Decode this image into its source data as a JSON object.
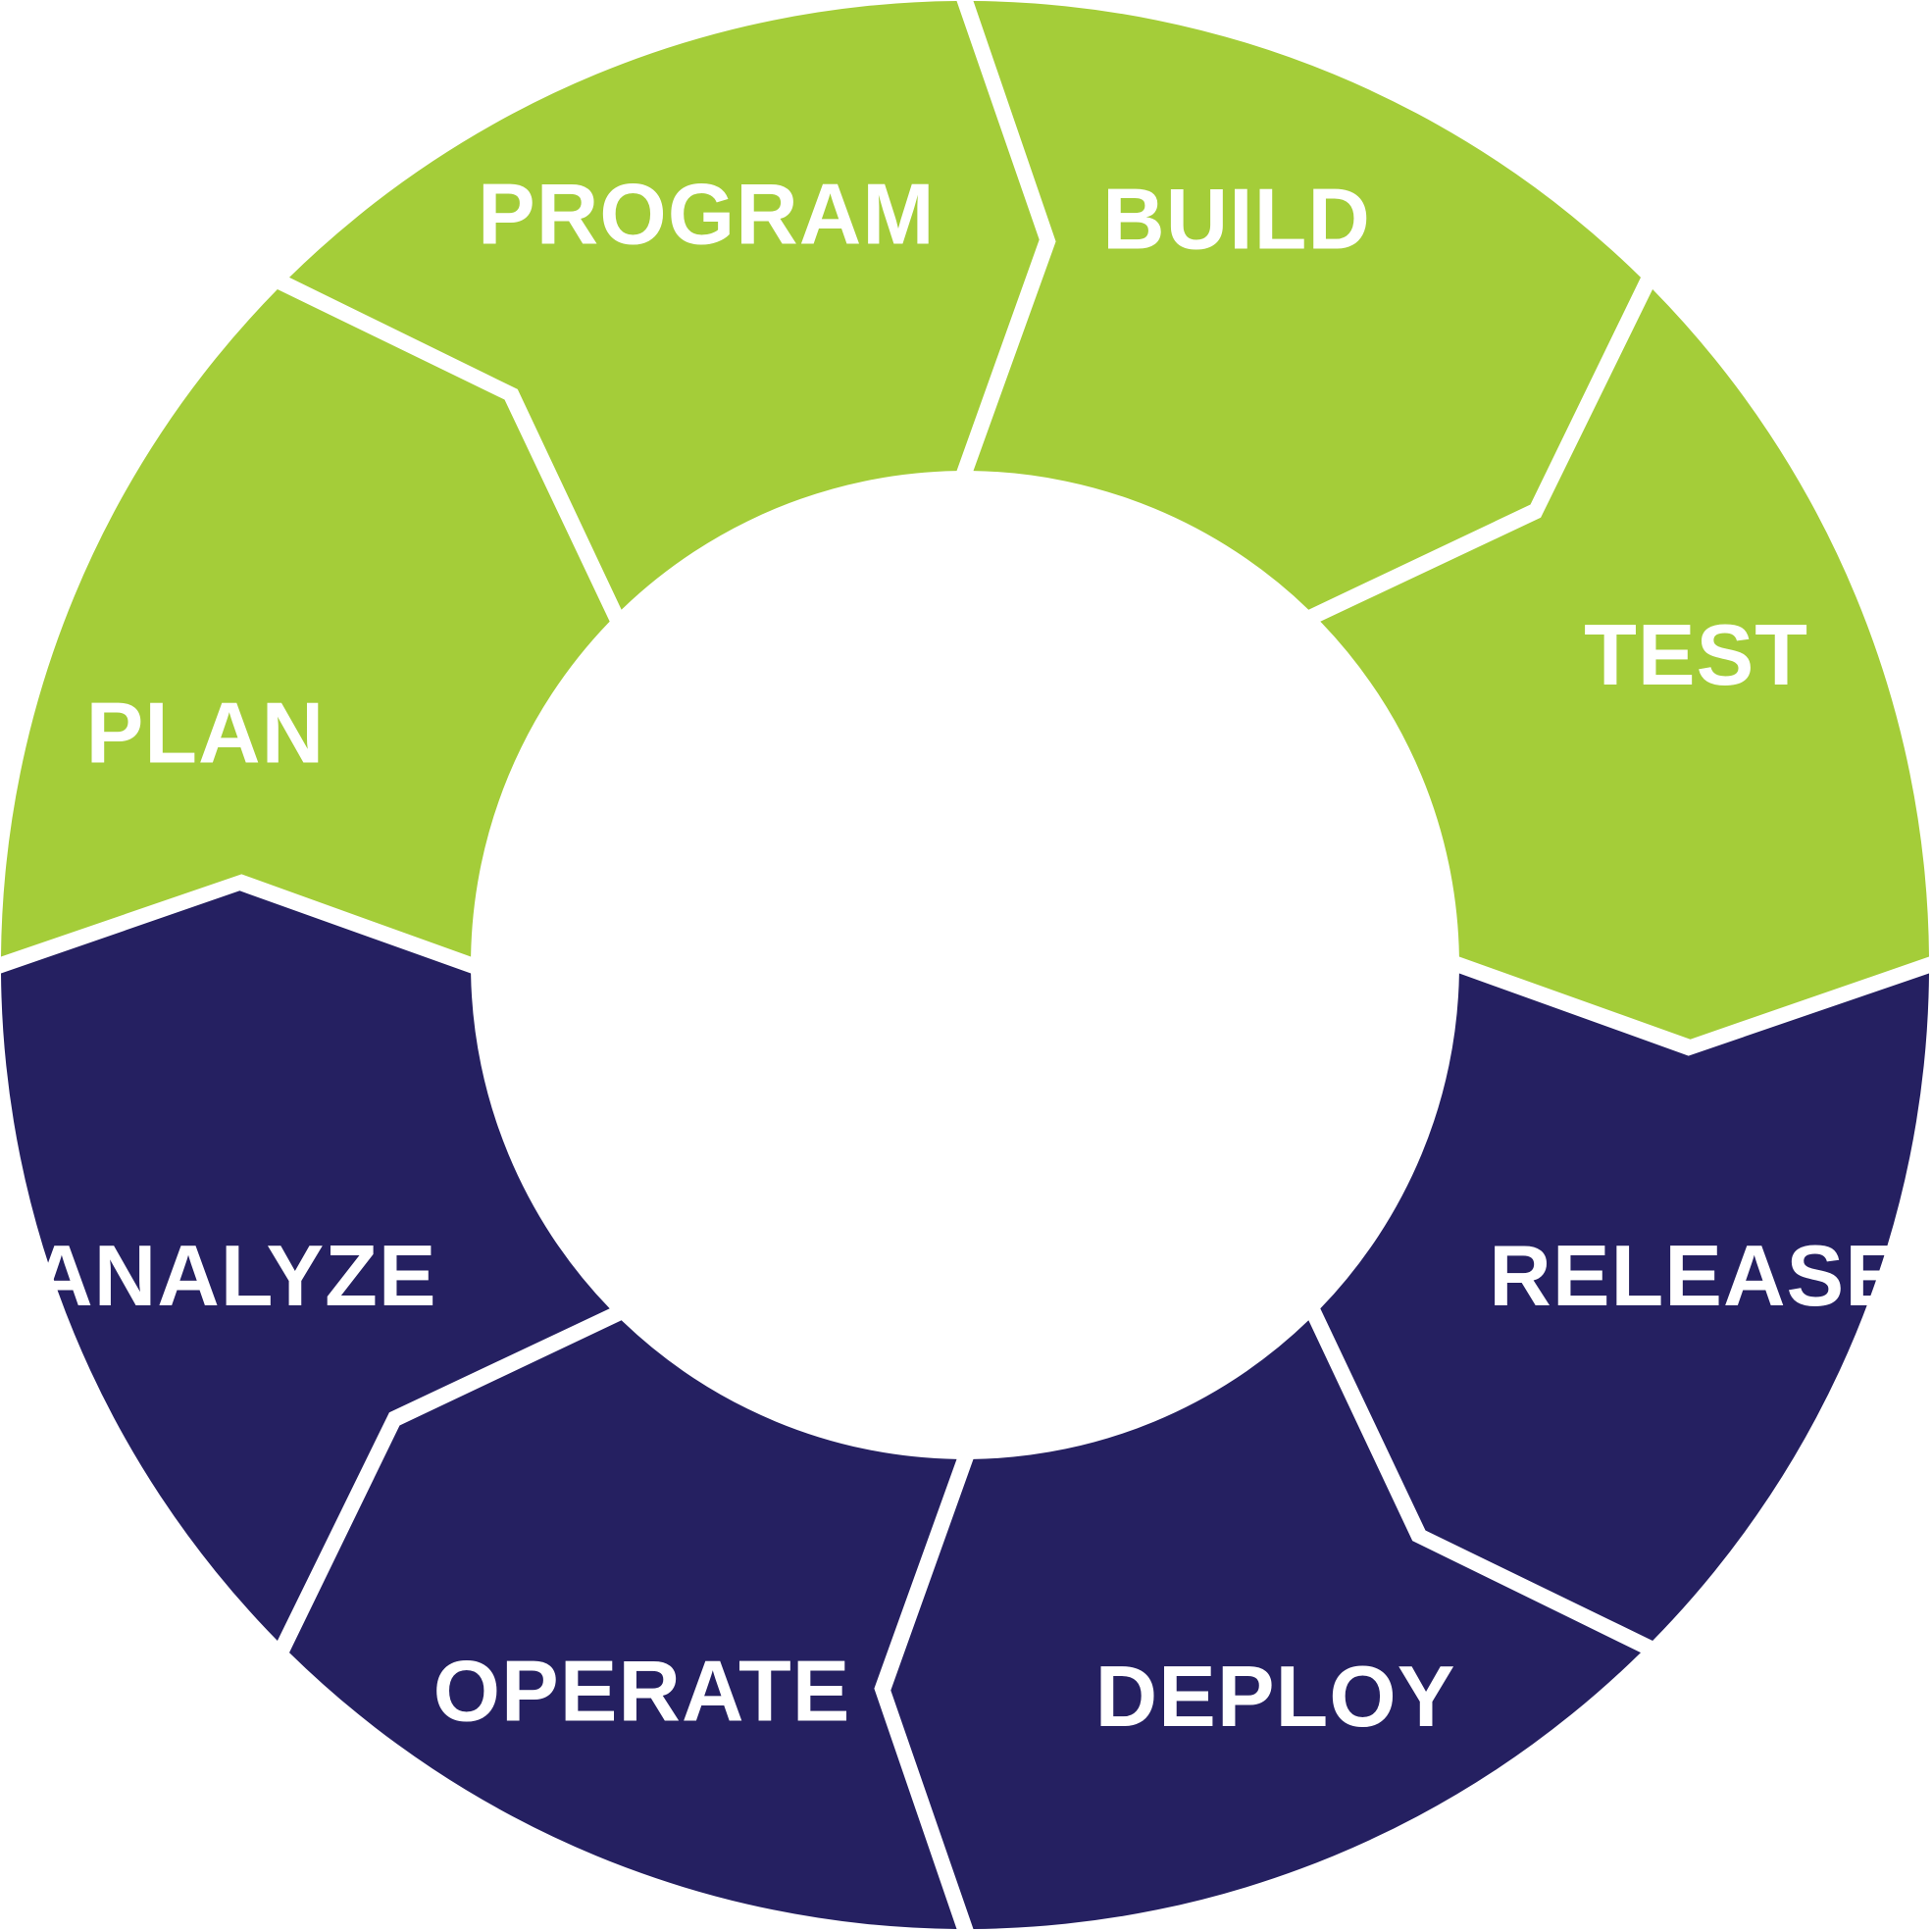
{
  "diagram": {
    "colors": {
      "green": "#a4cd39",
      "navy": "#252061",
      "background": "#ffffff"
    },
    "stages": [
      {
        "label": "PLAN",
        "color": "green"
      },
      {
        "label": "PROGRAM",
        "color": "green"
      },
      {
        "label": "BUILD",
        "color": "green"
      },
      {
        "label": "TEST",
        "color": "green"
      },
      {
        "label": "RELEASE",
        "color": "navy"
      },
      {
        "label": "DEPLOY",
        "color": "navy"
      },
      {
        "label": "OPERATE",
        "color": "navy"
      },
      {
        "label": "ANALYZE",
        "color": "navy"
      }
    ]
  }
}
